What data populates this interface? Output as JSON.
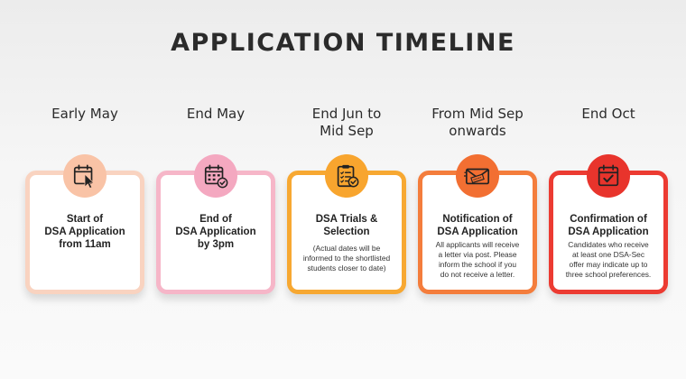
{
  "title": "APPLICATION TIMELINE",
  "steps": [
    {
      "date": "Early May",
      "heading_lines": [
        "Start of",
        "DSA Application",
        "from 11am"
      ],
      "note_lines": [],
      "icon": "calendar-cursor-icon"
    },
    {
      "date": "End May",
      "heading_lines": [
        "End of",
        "DSA Application",
        "by 3pm"
      ],
      "note_lines": [],
      "icon": "calendar-check-badge-icon"
    },
    {
      "date_lines": [
        "End Jun to",
        "Mid Sep"
      ],
      "heading_lines": [
        "DSA Trials &",
        "Selection"
      ],
      "note_lines": [
        "(Actual dates will be",
        "informed to the shortlisted",
        "students closer to date)"
      ],
      "icon": "clipboard-checklist-icon"
    },
    {
      "date_lines": [
        "From Mid Sep",
        "onwards"
      ],
      "heading_lines": [
        "Notification of",
        "DSA Application"
      ],
      "note_lines": [
        "All applicants will receive",
        "a letter via post. Please",
        "inform the school if you",
        "do not receive a letter."
      ],
      "icon": "envelope-stamp-icon"
    },
    {
      "date": "End Oct",
      "heading_lines": [
        "Confirmation of",
        "DSA Application"
      ],
      "note_lines": [
        "Candidates who receive",
        "at least one DSA-Sec",
        "offer may indicate up to",
        "three school preferences."
      ],
      "icon": "calendar-check-icon"
    }
  ],
  "colors": {
    "step1_border": "#f9d3c0",
    "step1_circle": "#f9c3a6",
    "step2_border": "#f6b6c8",
    "step2_circle": "#f4a8c0",
    "step3_border": "#f7a832",
    "step3_circle": "#f8a52e",
    "step4_border": "#f47d3c",
    "step4_circle": "#f26f32",
    "step5_border": "#ec3b32",
    "step5_circle": "#e8342c",
    "title_text": "#2b2b2b"
  }
}
